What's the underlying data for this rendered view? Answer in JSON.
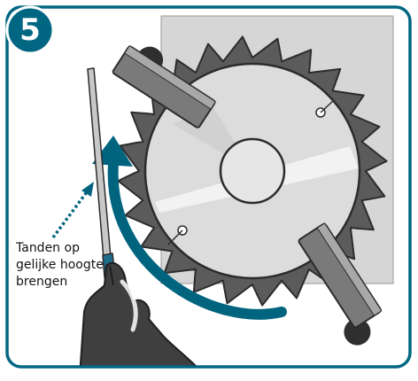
{
  "step": {
    "number": "5"
  },
  "caption": {
    "lines": [
      "Tanden op",
      "gelijke hoogte",
      "brengen"
    ]
  },
  "colors": {
    "frame": "#006682",
    "arrow": "#00647f",
    "blade": "#5b5b5b",
    "blade_face": "#dcdcdc",
    "backdrop": "#d6d6d6",
    "glove": "#3f3f3f",
    "clamp": "#7a7a7a"
  },
  "icons": [
    "saw-blade-icon",
    "file-tool-icon",
    "gloved-hand-icon",
    "rotation-arrow-icon",
    "dotted-pointer-arrow-icon",
    "clamp-icon"
  ]
}
